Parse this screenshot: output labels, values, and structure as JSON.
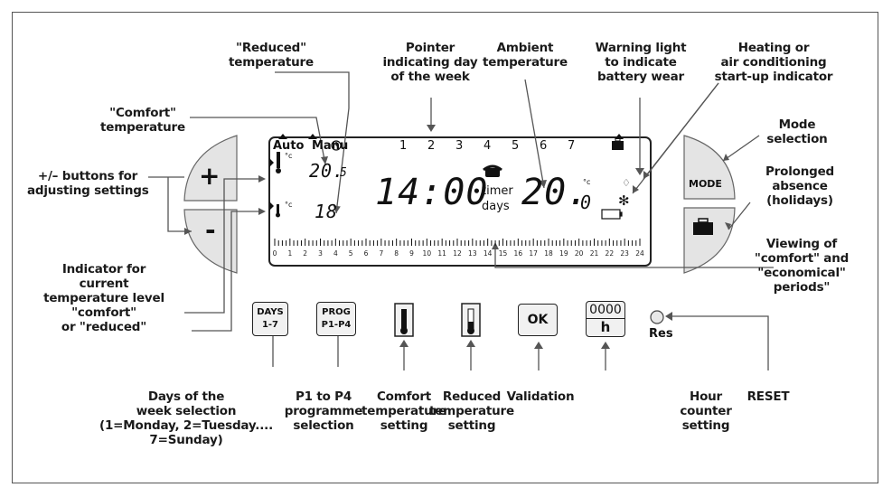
{
  "labels": {
    "reduced_temp": "\"Reduced\"\ntemperature",
    "pointer_day": "Pointer\nindicating day\nof the week",
    "ambient_temp": "Ambient\ntemperature",
    "warning_battery": "Warning light\nto indicate\nbattery wear",
    "heating_indicator": "Heating or\nair conditioning\nstart-up indicator",
    "comfort_temp": "\"Comfort\"\ntemperature",
    "mode_selection": "Mode\nselection",
    "plus_minus": "+/– buttons for\nadjusting settings",
    "prolonged_absence": "Prolonged\nabsence\n(holidays)",
    "viewing_periods": "Viewing of\n\"comfort\" and\n\"economical\"\nperiods\"",
    "indicator_level": "Indicator for\ncurrent\ntemperature level\n\"comfort\"\nor \"reduced\"",
    "days_selection": "Days of the\nweek selection\n(1=Monday, 2=Tuesday....\n7=Sunday)",
    "prog_selection": "P1 to P4\nprogramme\nselection",
    "comfort_setting": "Comfort\ntemperature\nsetting",
    "reduced_setting": "Reduced\ntemperature\nsetting",
    "validation": "Validation",
    "hour_counter": "Hour\ncounter\nsetting",
    "reset": "RESET"
  },
  "device": {
    "plus": "+",
    "minus": "-",
    "mode": "MODE",
    "res": "Res",
    "days_btn": {
      "top": "DAYS",
      "bottom": "1-7"
    },
    "prog_btn": {
      "top": "PROG",
      "bottom": "P1-P4"
    },
    "ok_btn": "OK",
    "counter_btn": {
      "top": "0000",
      "bottom": "h"
    }
  },
  "lcd": {
    "auto": "Auto",
    "manu": "Manu",
    "days": [
      "1",
      "2",
      "3",
      "4",
      "5",
      "6",
      "7"
    ],
    "time": "14:00",
    "timer": "timer",
    "days_word": "days",
    "ambient": "20.",
    "ambient_dec": "0",
    "comfort_val": "20.",
    "comfort_dec": "5",
    "reduced_val": "18",
    "deg": "°c",
    "hours": [
      "0",
      "1",
      "2",
      "3",
      "4",
      "5",
      "6",
      "7",
      "8",
      "9",
      "10",
      "11",
      "12",
      "13",
      "14",
      "15",
      "16",
      "17",
      "18",
      "19",
      "20",
      "21",
      "22",
      "23",
      "24"
    ]
  }
}
